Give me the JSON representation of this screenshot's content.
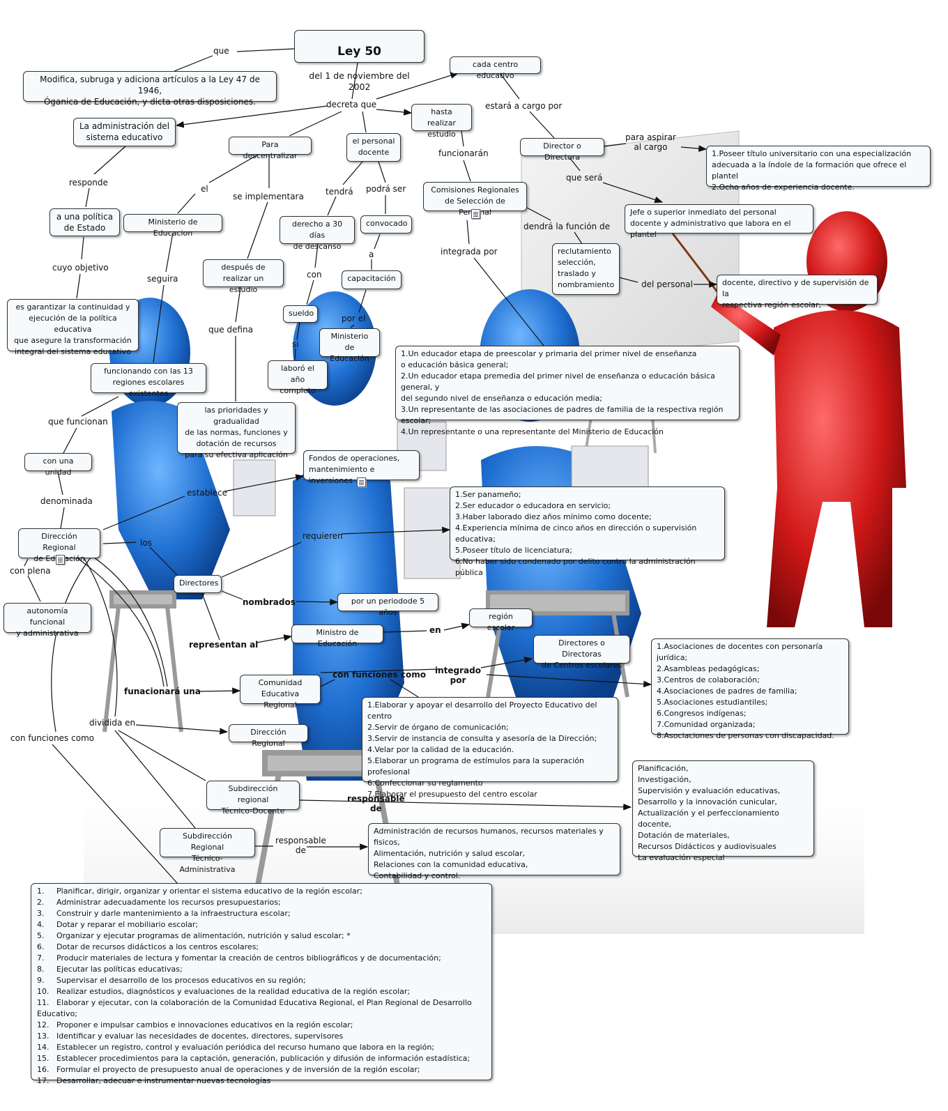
{
  "title": {
    "main": "Ley 50",
    "sub": "del 1 de noviembre del 2002"
  },
  "nodes": {
    "modifica": "Modifica, subruga y adiciona artículos a la Ley 47 de 1946,\nÓganica de Educación, y dicta otras disposiciones.",
    "cada_centro": "cada centro educativo",
    "hasta_realizar": "hasta realizar\nestudio",
    "administracion": "La administración del\nsistema educativo",
    "para_descentralizar": "Para descentralizar",
    "personal_docente": "el personal\ndocente",
    "director_directora": "Director o Directora",
    "requisitos_director": "1.Poseer título universitario con una especialización\nadecuada a la índole de la formación que ofrece el plantel\n2.Ocho años de experiencia docente.",
    "jefe_superior": "Jefe o superior inmediato del personal\ndocente y administrativo que labora en el plantel",
    "comisiones": "Comisiones Regionales\nde Selección de Personal",
    "politica_estado": "a una política\nde Estado",
    "ministerio_educacion": "Ministerio de Educacion",
    "derecho_descanso": "derecho a 30 días\nde descanso",
    "convocado": "convocado",
    "reclutamiento": "reclutamiento\nselección,\ntraslado y\nnombramiento",
    "docente_directivo": "docente, directivo y de supervisión de la\nrespectiva región escolar,",
    "despues_estudio": "después de\nrealizar un estudio",
    "capacitacion": "capacitación",
    "garantizar": "es garantizar la continuidad  y\nejecución de la política educativa\nque asegure la transformación\nintegral del sistema educativo",
    "sueldo": "sueldo",
    "ministerio_educacion2": "Ministerio\nde Educación",
    "laboro": "laboró el\naño completo",
    "integrantes_comision": "1.Un educador etapa de preescolar y primaria del primer nivel de enseñanza\no educación básica general;\n2.Un educador etapa premedia del primer nivel de enseñanza o educación básica general, y\ndel segundo nivel de enseñanza o educación media;\n3.Un representante de las asociaciones de padres de familia de la respectiva región escolar;\n4.Un representante o una representante del Ministerio de Educación",
    "funcionando_13": "funcionando con las 13\nregiones escolares existentes",
    "prioridades": "las prioridades y gradualidad\nde las normas, funciones y\ndotación de recursos\npara su efectiva aplicación",
    "con_unidad": "con una unidad",
    "fondos": "Fondos de operaciones,\nmantenimiento e inversiones",
    "requisitos_directores": "1.Ser panameño;\n2.Ser educador o educadora en servicio;\n3.Haber laborado diez años mínimo como docente;\n4.Experiencia mínima de cinco años en dirección o supervisión educativa;\n5.Poseer título de licenciatura;\n6.No haber sido condenado por delito contra la administración pública",
    "direccion_regional_ed": "Dirección Regional\nde Educación",
    "directores": "Directores",
    "periodo": "por un periodode 5 años",
    "autonomia": "autonomía funcional\ny administrativa",
    "region_escolar": "región escolar",
    "ministro": "Ministro de Educación",
    "directores_centros": "Directores o Directoras\nde Centros escolares",
    "asociaciones": "1.Asociaciones de docentes con personaría jurídica;\n2.Asambleas pedagógicas;\n3.Centros de colaboración;\n4.Asociaciones de padres de familia;\n5.Asociaciones estudiantiles;\n6.Congresos indígenas;\n7.Comunidad organizada;\n8.Asociaciones de personas con discapacidad.",
    "comunidad_regional": "Comunidad\nEducativa  Regional",
    "funciones_comunidad": "1.Elaborar y apoyar el desarrollo del Proyecto Educativo del centro\n2.Servir de órgano de comunicación;\n3.Servir de instancia de consulta y asesoría de la Dirección;\n4.Velar por la calidad de la educación.\n5.Elaborar un programa de estímulos para la superación profesional\n6.Confeccionar su reglamento\n7.Elaborar el presupuesto del centro escolar",
    "direccion_regional": "Dirección Regional",
    "planificacion": "Planificación,\nInvestigación,\nSupervisión  y evaluación educativas,\nDesarrollo y la innovación cunicular,\nActualización  y el perfeccionamiento docente,\nDotación de materiales,\nRecursos Didácticos y audiovisuales\nLa evaluación especial",
    "subdir_tecnico_docente": "Subdirección regional\nTécnico-Docente",
    "subdir_tecnico_admin": "Subdirección Regional\nTécnico-Administrativa",
    "administracion_recursos": "Administración de recursos humanos, recursos materiales y fisicos,\nAlimentación, nutrición y salud escolar,\nRelaciones con la comunidad educativa,\nContabilidad y control."
  },
  "funciones_direccion": [
    {
      "n": "1.",
      "t": "Planificar, dirigir, organizar y orientar el sistema educativo de la región escolar;"
    },
    {
      "n": "2.",
      "t": "Administrar adecuadamente los recursos presupuestarios;"
    },
    {
      "n": "3.",
      "t": "Construir y darle mantenimiento a la infraestructura escolar;"
    },
    {
      "n": "4.",
      "t": "Dotar y reparar el mobiliario escolar;"
    },
    {
      "n": "5.",
      "t": "Organizar y ejecutar programas de alimentación, nutrición y salud escolar; *"
    },
    {
      "n": "6.",
      "t": "Dotar de recursos didácticos a los centros escolares;"
    },
    {
      "n": "7.",
      "t": "Producir materiales de lectura y fomentar la creación de centros bibliográficos y de documentación;"
    },
    {
      "n": "8.",
      "t": "Ejecutar las políticas educativas;"
    },
    {
      "n": "9.",
      "t": "Supervisar el desarrollo de los procesos educativos en su región;"
    },
    {
      "n": "10.",
      "t": "Realizar estudios, diagnósticos y evaluaciones de la realidad educativa de la región escolar;"
    },
    {
      "n": "11.",
      "t": "Elaborar y ejecutar, con la colaboración de la Comunidad Educativa Regional, el Plan Regional de Desarrollo Educativo;"
    },
    {
      "n": "12.",
      "t": "Proponer e impulsar cambios e innovaciones educativos en la región escolar;"
    },
    {
      "n": "13.",
      "t": "Identificar y evaluar las necesidades de docentes, directores, supervisores"
    },
    {
      "n": "14.",
      "t": "Establecer un registro, control y evaluación periódica del recurso humano que labora en la región;"
    },
    {
      "n": "15.",
      "t": "Establecer procedimientos para la captación, generación, publicación y difusión de información estadística;"
    },
    {
      "n": "16.",
      "t": "Formular el proyecto de presupuesto anual de operaciones y de inversión de la región escolar;"
    },
    {
      "n": "17.",
      "t": "Desarrollar, adecuar e instrumentar nuevas tecnologías"
    }
  ],
  "labels": {
    "que": "que",
    "decreta_que": "decreta que",
    "estara_cargo": "estará a cargo por",
    "para_aspirar": "para aspirar\nal cargo",
    "que_sera": "que será",
    "responde": "responde",
    "el": "el",
    "se_implementara": "se implementara",
    "tendra": "tendrá",
    "podra_ser": "podrá ser",
    "funcionaran": "funcionarán",
    "dendra_funcion": "dendrá la función de",
    "cuyo_objetivo": "cuyo objetivo",
    "seguira": "seguira",
    "con": "con",
    "a": "a",
    "integrada_por": "integrada por",
    "del_personal": "del personal",
    "por_el": "por el",
    "si": "si",
    "que_defina": "que  defina",
    "que_funcionan": "que funcionan",
    "denominada": "denominada",
    "establece": "establece",
    "requieren": "requieren",
    "los": "los",
    "con_plena": "con plena",
    "nombrados": "nombrados",
    "representan_al": "representan al",
    "en": "en",
    "con_funciones_como": "con funciones como",
    "integrado_por": "integrado\npor",
    "funacionara_una": "funacionará una",
    "dividida_en": "dividida en",
    "con_funciones_como2": "con funciones como",
    "responsable_de": "responsable\nde",
    "responsable_de2": "responsable\nde"
  }
}
